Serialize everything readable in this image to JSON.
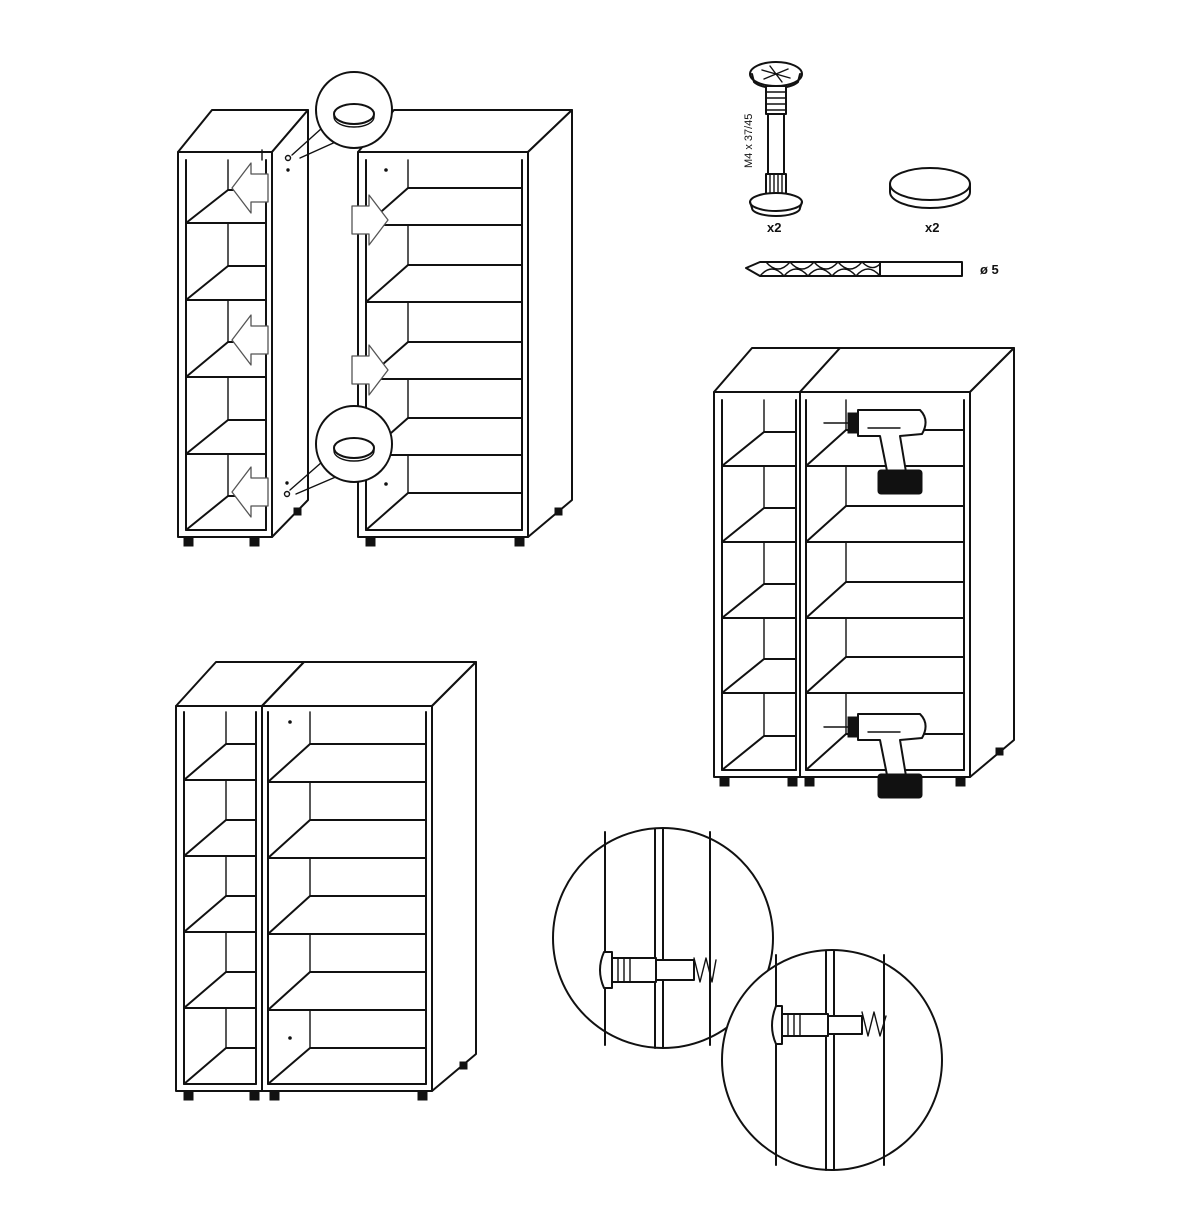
{
  "parts": {
    "bolt_spec": "M4 x 37/45",
    "bolt_quantity": "x2",
    "cap_quantity": "x2",
    "drill_size": "ø 5"
  }
}
